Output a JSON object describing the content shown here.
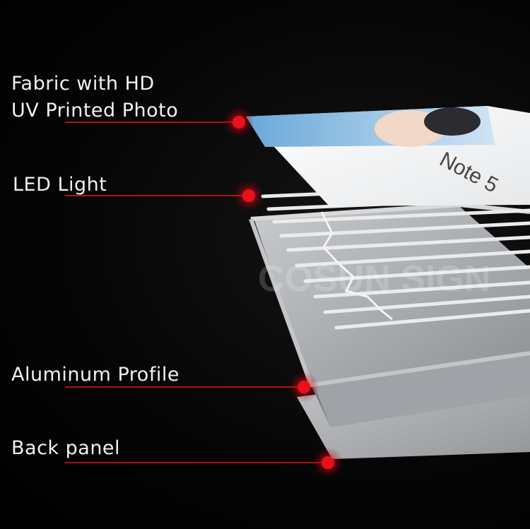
{
  "labels": {
    "fabric_line1": "Fabric with HD",
    "fabric_line2": "UV Printed Photo",
    "led": "LED Light",
    "aluminum": "Aluminum Profile",
    "back": "Back panel"
  },
  "watermark": "COSUN SIGN",
  "print_text": "Note 5",
  "colors": {
    "background": "#000000",
    "marker": "#e8101a",
    "leader_line": "#b01018",
    "text": "#f2f2f2",
    "frame": "#b9bcbf",
    "back_panel": "#cfd1d4"
  }
}
